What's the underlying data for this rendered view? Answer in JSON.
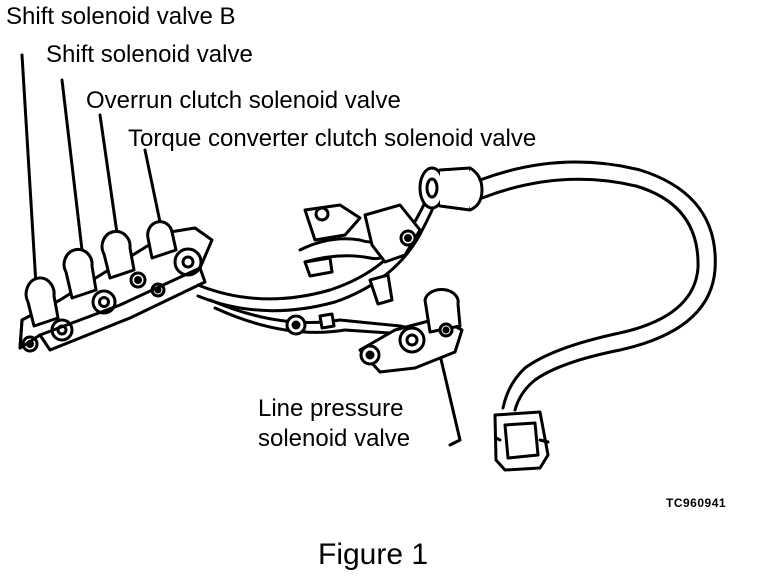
{
  "labels": {
    "shift_solenoid_valve_b": "Shift solenoid valve B",
    "shift_solenoid_valve": "Shift solenoid valve",
    "overrun_clutch_solenoid_valve": "Overrun clutch solenoid valve",
    "torque_converter_clutch_solenoid_valve": "Torque converter clutch solenoid valve",
    "line_pressure_line1": "Line pressure",
    "line_pressure_line2": "solenoid valve"
  },
  "image_code": "TC960941",
  "caption": "Figure 1"
}
